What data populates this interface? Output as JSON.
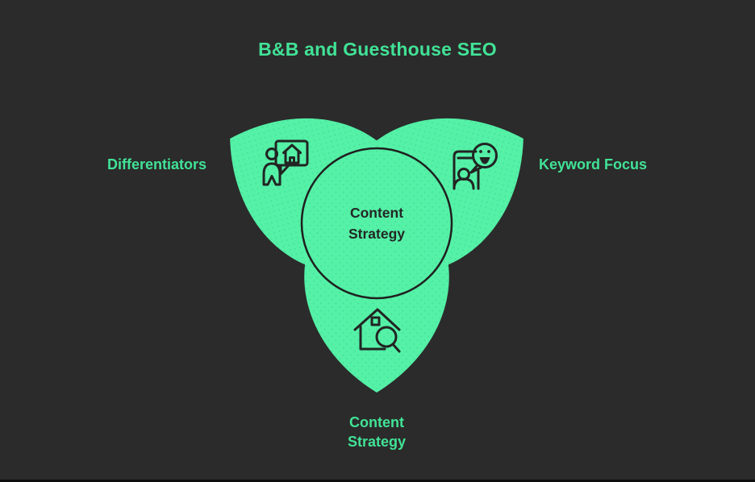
{
  "title": "B&B and Guesthouse SEO",
  "diagram": {
    "center": {
      "line1": "Content",
      "line2": "Strategy"
    },
    "petals": [
      {
        "position": "left",
        "label": "Differentiators",
        "icon": "presenter-house-icon"
      },
      {
        "position": "right",
        "label": "Keyword Focus",
        "icon": "phone-review-chat-icon"
      },
      {
        "position": "bottom",
        "label_line1": "Content",
        "label_line2": "Strategy",
        "icon": "house-search-icon"
      }
    ]
  },
  "colors": {
    "background": "#2b2b2b",
    "petal_green": "#54f1a7",
    "dot_texture_green": "#2ec583",
    "text_green": "#41e296",
    "dark_text": "#242625",
    "icon_stroke": "#222423",
    "circle_outline": "#1f1f1f",
    "bottom_bar": "#0e0e0e"
  }
}
